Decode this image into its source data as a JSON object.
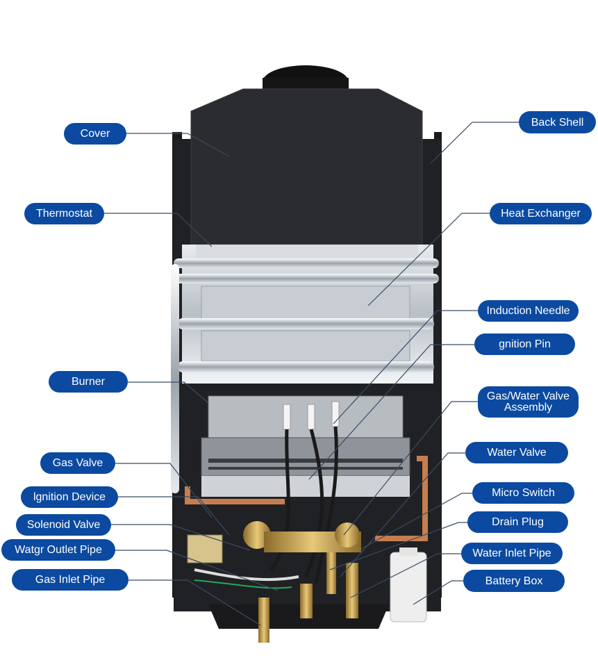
{
  "colors": {
    "label_bg": "#0b4aa0",
    "label_text": "#ffffff",
    "leader": "#3a4a66"
  },
  "labels_left": [
    {
      "id": "cover",
      "text": "Cover"
    },
    {
      "id": "thermostat",
      "text": "Thermostat"
    },
    {
      "id": "burner",
      "text": "Burner"
    },
    {
      "id": "gas-valve",
      "text": "Gas Valve"
    },
    {
      "id": "ignition-device",
      "text": "lgnition Device"
    },
    {
      "id": "solenoid-valve",
      "text": "Solenoid Valve"
    },
    {
      "id": "water-outlet-pipe",
      "text": "Watgr Outlet Pipe"
    },
    {
      "id": "gas-inlet-pipe",
      "text": "Gas Inlet Pipe"
    }
  ],
  "labels_right": [
    {
      "id": "back-shell",
      "text": "Back Shell"
    },
    {
      "id": "heat-exchanger",
      "text": "Heat Exchanger"
    },
    {
      "id": "induction-needle",
      "text": "Induction Needle"
    },
    {
      "id": "ignition-pin",
      "text": "gnition Pin"
    },
    {
      "id": "gas-water-valve-assembly",
      "text": "Gas/Water Valve Assembly"
    },
    {
      "id": "water-valve",
      "text": "Water Valve"
    },
    {
      "id": "micro-switch",
      "text": "Micro Switch"
    },
    {
      "id": "drain-plug",
      "text": "Drain Plug"
    },
    {
      "id": "water-inlet-pipe",
      "text": "Water Inlet Pipe"
    },
    {
      "id": "battery-box",
      "text": "Battery Box"
    }
  ]
}
